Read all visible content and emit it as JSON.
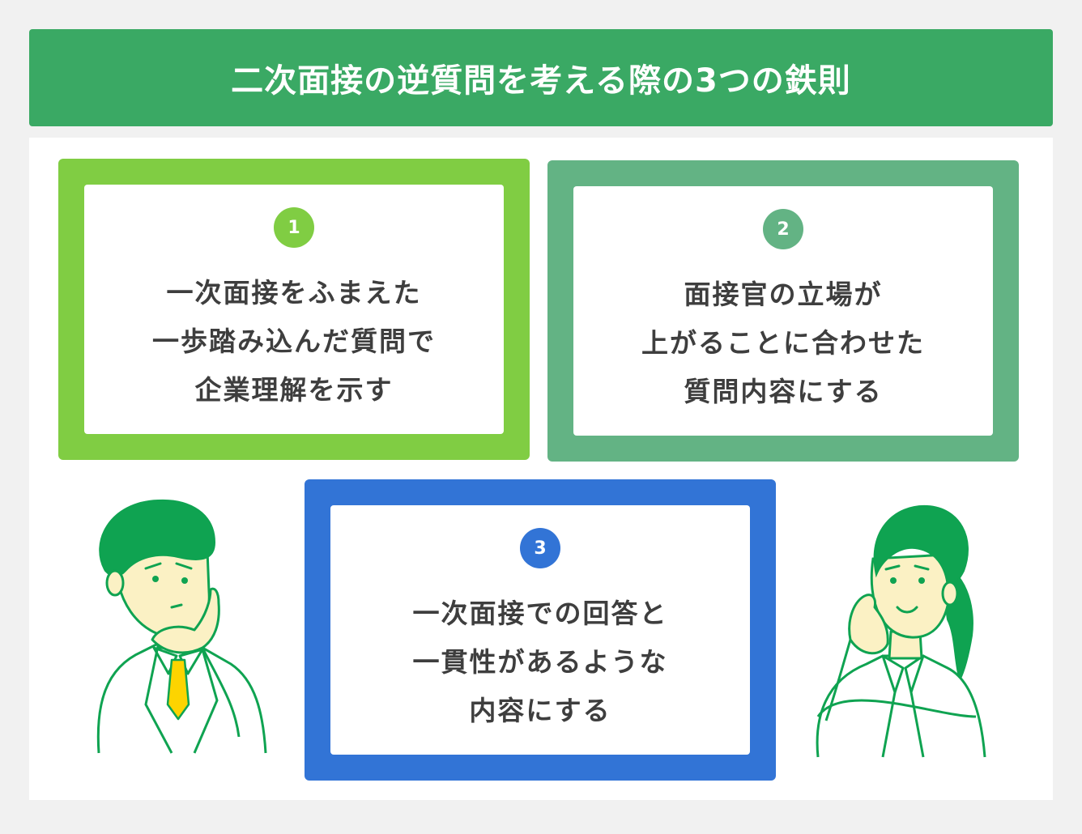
{
  "title": "二次面接の逆質問を考える際の3つの鉄則",
  "colors": {
    "title_bg": "#3aa964",
    "card1": "#80cd43",
    "card2": "#63b384",
    "card3": "#3274d6",
    "figure_green": "#0fa351",
    "skin": "#fbf1c4",
    "tie": "#fdd400"
  },
  "cards": [
    {
      "number": "1",
      "lines": [
        "一次面接をふまえた",
        "一歩踏み込んだ質問で",
        "企業理解を示す"
      ]
    },
    {
      "number": "2",
      "lines": [
        "面接官の立場が",
        "上がることに合わせた",
        "質問内容にする"
      ]
    },
    {
      "number": "3",
      "lines": [
        "一次面接での回答と",
        "一貫性があるような",
        "内容にする"
      ]
    }
  ],
  "figures": [
    {
      "name": "man-thinking",
      "icon": "man-thinking-illustration"
    },
    {
      "name": "woman-thinking",
      "icon": "woman-thinking-illustration"
    }
  ]
}
